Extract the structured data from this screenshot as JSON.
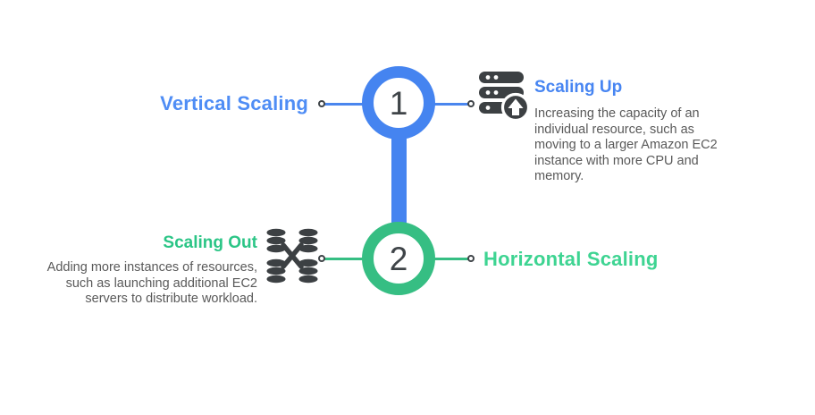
{
  "diagram": {
    "step1": {
      "number": "1",
      "title_left": "Vertical Scaling",
      "card_right": {
        "icon": "server-up-arrow-icon",
        "heading": "Scaling Up",
        "description": "Increasing the capacity of an individual resource, such as moving to a larger Amazon EC2 instance with more CPU and memory."
      }
    },
    "step2": {
      "number": "2",
      "card_left": {
        "icon": "database-cluster-icon",
        "heading": "Scaling Out",
        "description": "Adding more instances of resources, such as launching additional EC2 servers to distribute workload."
      },
      "title_right": "Horizontal Scaling"
    },
    "colors": {
      "blue_accent": "#4584F0",
      "blue_title": "#4F8DF5",
      "blue_subheading": "#4785F2",
      "green_accent": "#36BE83",
      "green_title": "#3ED492",
      "green_subheading": "#2BC586",
      "icon_gray": "#3C4043",
      "number_gray": "#3F4448",
      "body_text": "#595959",
      "background": "#FFFFFF"
    }
  }
}
